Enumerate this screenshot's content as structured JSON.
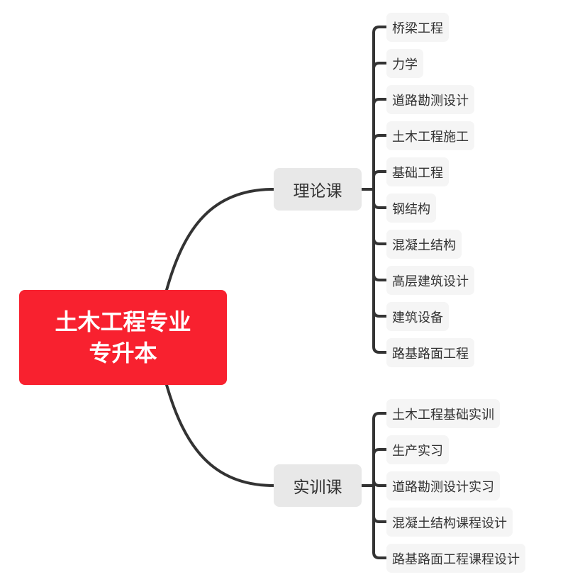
{
  "root": {
    "line1": "土木工程专业",
    "line2": "专升本",
    "color": "#f8212f"
  },
  "branches": [
    {
      "label": "理论课",
      "children": [
        "桥梁工程",
        "力学",
        "道路勘测设计",
        "土木工程施工",
        "基础工程",
        "钢结构",
        "混凝土结构",
        "高层建筑设计",
        "建筑设备",
        "路基路面工程"
      ]
    },
    {
      "label": "实训课",
      "children": [
        "土木工程基础实训",
        "生产实习",
        "道路勘测设计实习",
        "混凝土结构课程设计",
        "路基路面工程课程设计"
      ]
    }
  ]
}
